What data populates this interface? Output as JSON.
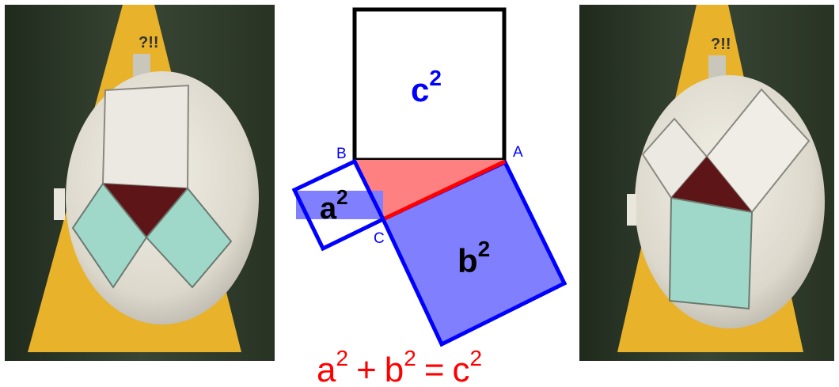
{
  "diagram": {
    "square_labels": {
      "c": {
        "base": "c",
        "exp": "2"
      },
      "a": {
        "base": "a",
        "exp": "2"
      },
      "b": {
        "base": "b",
        "exp": "2"
      }
    },
    "vertex_labels": {
      "A": "A",
      "B": "B",
      "C": "C"
    },
    "equation": {
      "t1": "a",
      "e1": "2",
      "plus": "+",
      "t2": "b",
      "e2": "2",
      "eq": "=",
      "t3": "c",
      "e3": "2"
    },
    "colors": {
      "square_c_outline": "#000000",
      "label_blue": "#0000ff",
      "triangle_fill": "#ff8080",
      "hypotenuse": "#ff0000",
      "square_b_fill": "#8080ff",
      "square_outline_blue": "#0000ff",
      "equation": "#ff0000"
    }
  },
  "photos": {
    "left": {
      "variant": "two-squares-on-legs"
    },
    "right": {
      "variant": "square-on-hypotenuse"
    }
  }
}
